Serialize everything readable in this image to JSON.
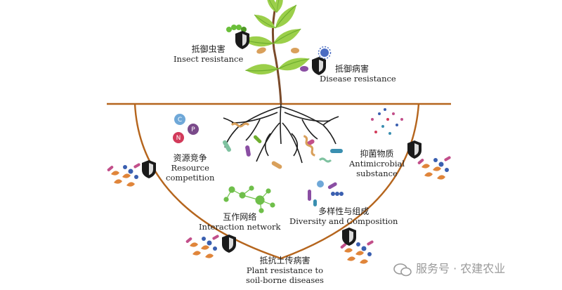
{
  "labels": {
    "insect": {
      "zh": "抵御虫害",
      "en": "Insect resistance"
    },
    "disease": {
      "zh": "抵御病害",
      "en": "Disease resistance"
    },
    "resource": {
      "zh": "资源竞争",
      "en1": "Resource",
      "en2": "competition"
    },
    "antimicrobial": {
      "zh": "抑菌物质",
      "en1": "Antimicrobial",
      "en2": "substance"
    },
    "interaction": {
      "zh": "互作网络",
      "en": "Interaction network"
    },
    "diversity": {
      "zh": "多样性与组成",
      "en": "Diversity and Composition"
    },
    "soilborne": {
      "zh": "抵抗土传病害",
      "en1": "Plant resistance to",
      "en2": "soil-borne diseases"
    }
  },
  "nutrients": [
    "C",
    "P",
    "N"
  ],
  "watermark": "服务号 · 农建农业",
  "colors": {
    "soil_line": "#b5651d",
    "leaf": "#9bcf4a",
    "leaf_dark": "#6fae2f",
    "stem": "#7a4a2a",
    "root": "#1e1e1e",
    "shield": "#1a1a1a"
  }
}
